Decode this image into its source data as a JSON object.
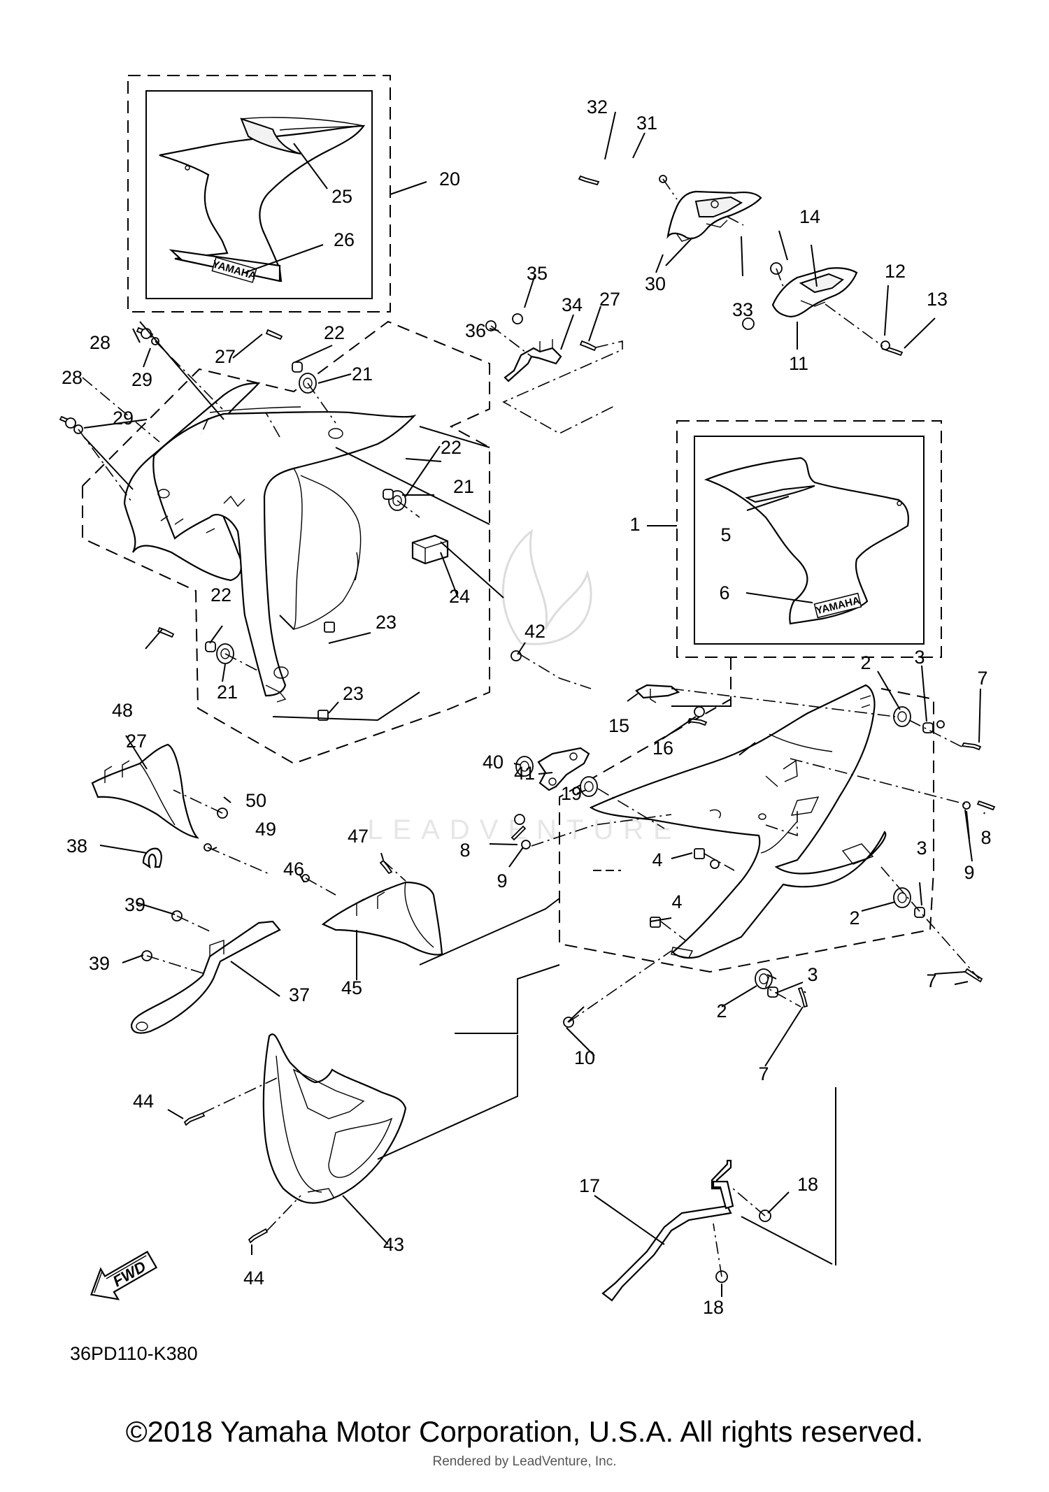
{
  "diagram": {
    "code": "36PD110-K380",
    "copyright": "©2018 Yamaha Motor Corporation, U.S.A. All rights reserved.",
    "rendered_by": "Rendered by LeadVenture, Inc.",
    "fwd_label": "FWD",
    "decal_text": "YAMAHA",
    "watermark": "LEADVENTURE"
  },
  "callouts": {
    "n1": "1",
    "n2": "2",
    "n3": "3",
    "n4": "4",
    "n5": "5",
    "n6": "6",
    "n7": "7",
    "n8": "8",
    "n9": "9",
    "n10": "10",
    "n11": "11",
    "n12": "12",
    "n13": "13",
    "n14": "14",
    "n15": "15",
    "n16": "16",
    "n17": "17",
    "n18": "18",
    "n19": "19",
    "n20": "20",
    "n21": "21",
    "n22": "22",
    "n23": "23",
    "n24": "24",
    "n25": "25",
    "n26": "26",
    "n27": "27",
    "n28": "28",
    "n29": "29",
    "n30": "30",
    "n31": "31",
    "n32": "32",
    "n33": "33",
    "n34": "34",
    "n35": "35",
    "n36": "36",
    "n37": "37",
    "n38": "38",
    "n39": "39",
    "n40": "40",
    "n41": "41",
    "n42": "42",
    "n43": "43",
    "n44": "44",
    "n45": "45",
    "n46": "46",
    "n47": "47",
    "n48": "48",
    "n49": "49",
    "n50": "50"
  }
}
